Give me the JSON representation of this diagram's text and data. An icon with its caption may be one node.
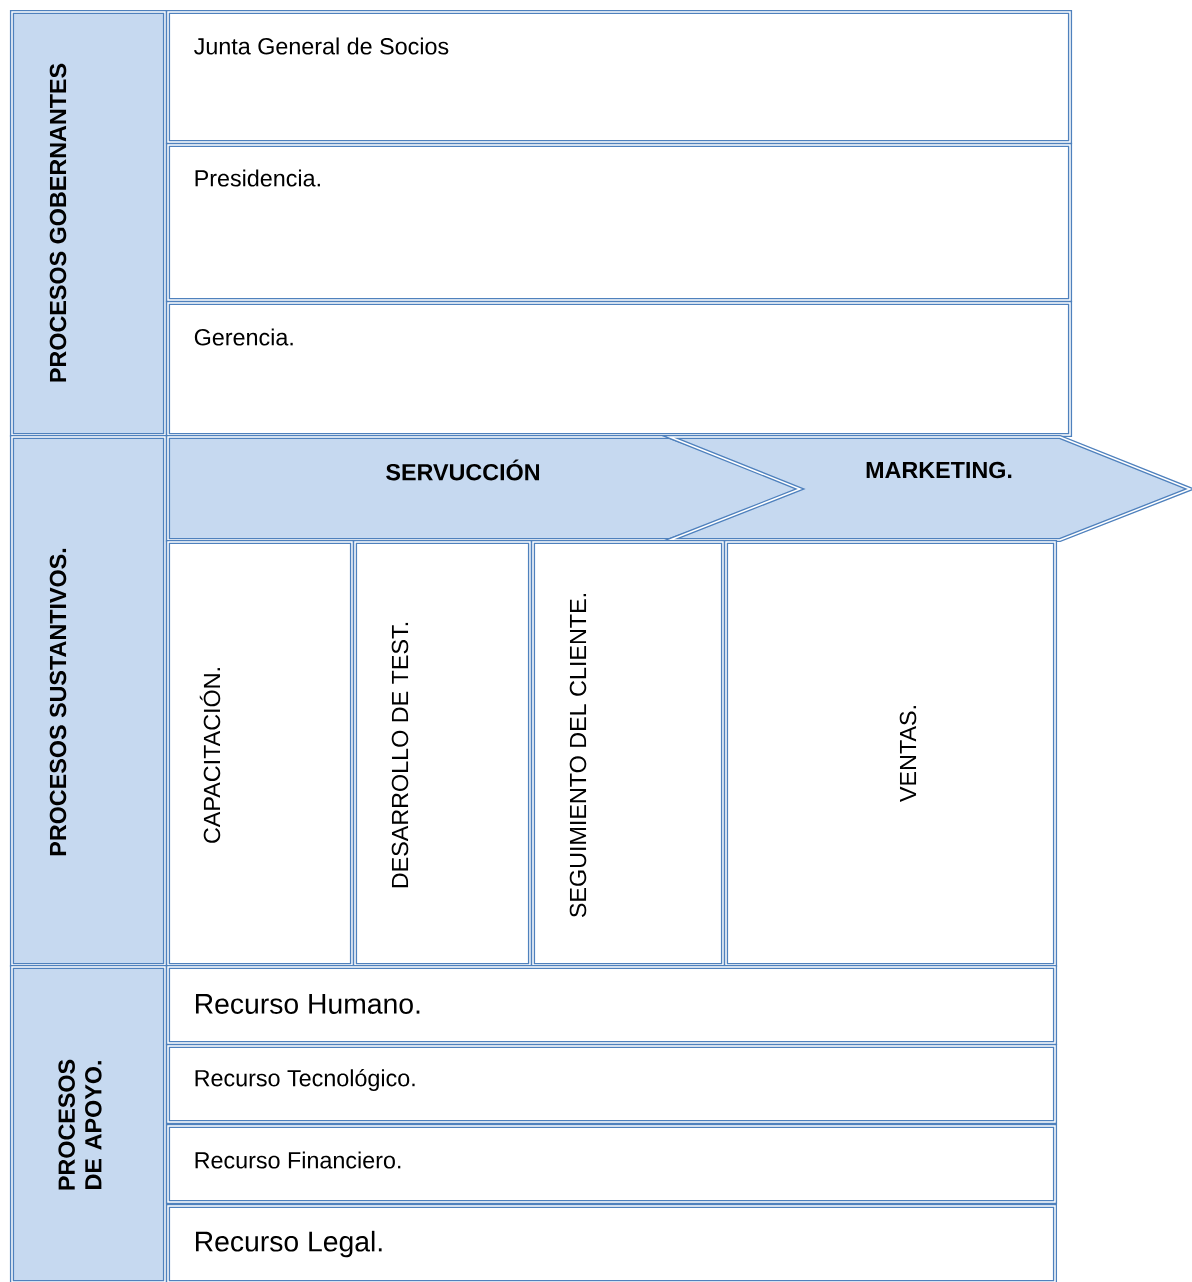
{
  "diagram": {
    "nodes": [
      {
        "text": [
          "PROCESOS GOBERNANTES"
        ]
      },
      {
        "text": [
          "Junta General de Socios"
        ]
      },
      {
        "text": [
          "Presidencia."
        ]
      },
      {
        "text": [
          "Gerencia."
        ]
      },
      {
        "text": [
          "PROCESOS SUSTANTIVOS."
        ]
      },
      {
        "text": [
          "SERVUCCIÓN"
        ]
      },
      {
        "text": [
          "MARKETING."
        ]
      },
      {
        "text": [
          "CAPACITACIÓN."
        ]
      },
      {
        "text": [
          "DESARROLLO DE TEST."
        ]
      },
      {
        "text": [
          "SEGUIMIENTO DEL CLIENTE."
        ]
      },
      {
        "text": [
          "VENTAS."
        ]
      },
      {
        "text": [
          "PROCESOS DE APOYO."
        ]
      },
      {
        "text": [
          "Recurso Humano."
        ]
      },
      {
        "text": [
          "Recurso Tecnológico."
        ]
      },
      {
        "text": [
          "Recurso Financiero."
        ]
      },
      {
        "text": [
          "Recurso Legal."
        ]
      }
    ]
  }
}
